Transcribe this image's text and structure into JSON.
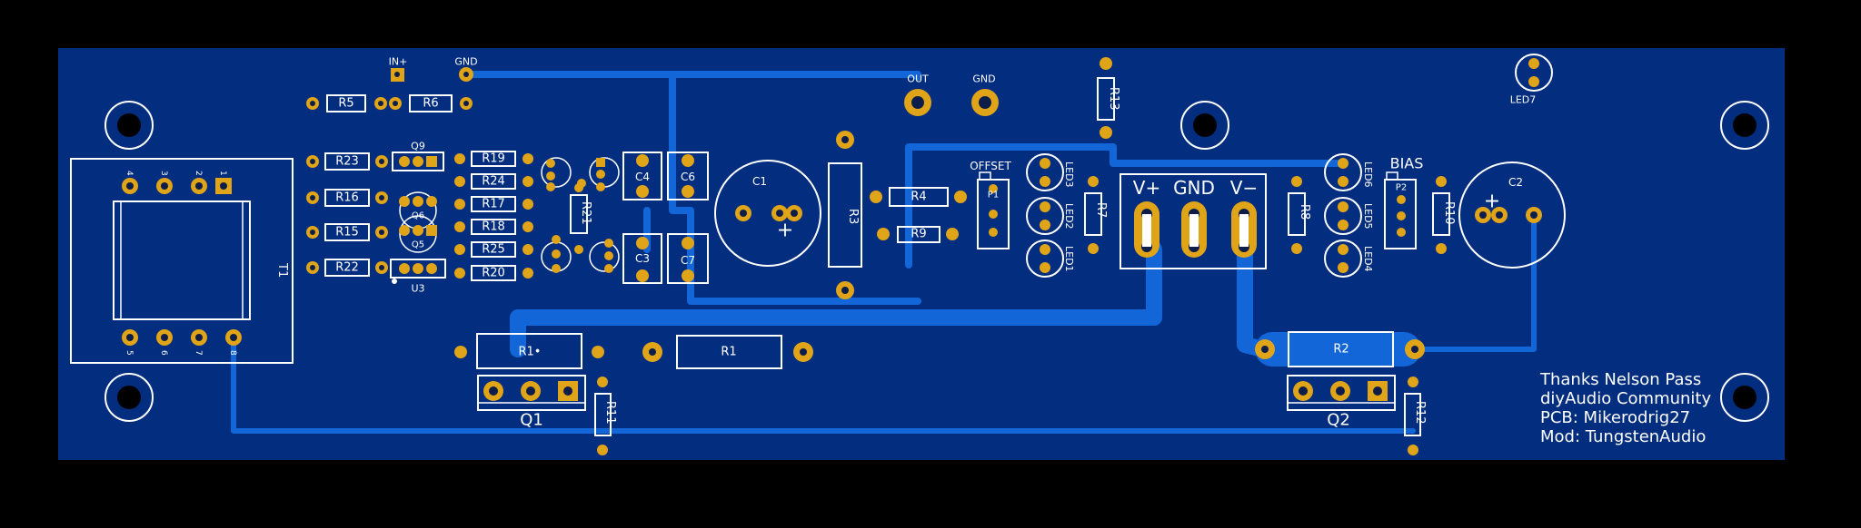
{
  "colors": {
    "background": "#000000",
    "board": "#032d7e",
    "trace": "#1266d8",
    "pad": "#e0a418",
    "silkscreen": "#ffffff"
  },
  "labels": {
    "in_plus": "IN+",
    "gnd_in": "GND",
    "out": "OUT",
    "gnd_out": "GND",
    "offset": "OFFSET",
    "bias": "BIAS",
    "v_plus": "V+",
    "gnd_mid": "GND",
    "v_minus": "V−",
    "q1": "Q1",
    "q2": "Q2",
    "t1": "T1",
    "u3": "U3",
    "q9": "Q9",
    "q6": "Q6",
    "q5": "Q5",
    "p1": "P1",
    "p2": "P2",
    "c1": "C1",
    "c2": "C2",
    "c3": "C3",
    "c4": "C4",
    "c6": "C6",
    "c7": "C7",
    "r1": "R1",
    "r1_small": "R1•",
    "r2": "R2",
    "r3": "R3",
    "r4": "R4",
    "r5": "R5",
    "r6": "R6",
    "r7": "R7",
    "r8": "R8",
    "r9": "R9",
    "r10": "R10",
    "r11": "R11",
    "r12": "R12",
    "r13": "R13",
    "r15": "R15",
    "r16": "R16",
    "r17": "R17",
    "r18": "R18",
    "r19": "R19",
    "r20": "R20",
    "r21": "R21",
    "r22": "R22",
    "r23": "R23",
    "r24": "R24",
    "r25": "R25",
    "led1": "LED1",
    "led2": "LED2",
    "led3": "LED3",
    "led4": "LED4",
    "led5": "LED5",
    "led6": "LED6",
    "led7": "LED7",
    "pin1": "1",
    "pin2": "2",
    "pin3": "3",
    "pin4": "4",
    "pin5": "5",
    "pin6": "6",
    "pin7": "7",
    "pin8": "8",
    "plus": "+"
  },
  "credits": [
    "Thanks Nelson Pass",
    "diyAudio Community",
    "PCB: Mikerodrig27",
    "Mod: TungstenAudio"
  ]
}
